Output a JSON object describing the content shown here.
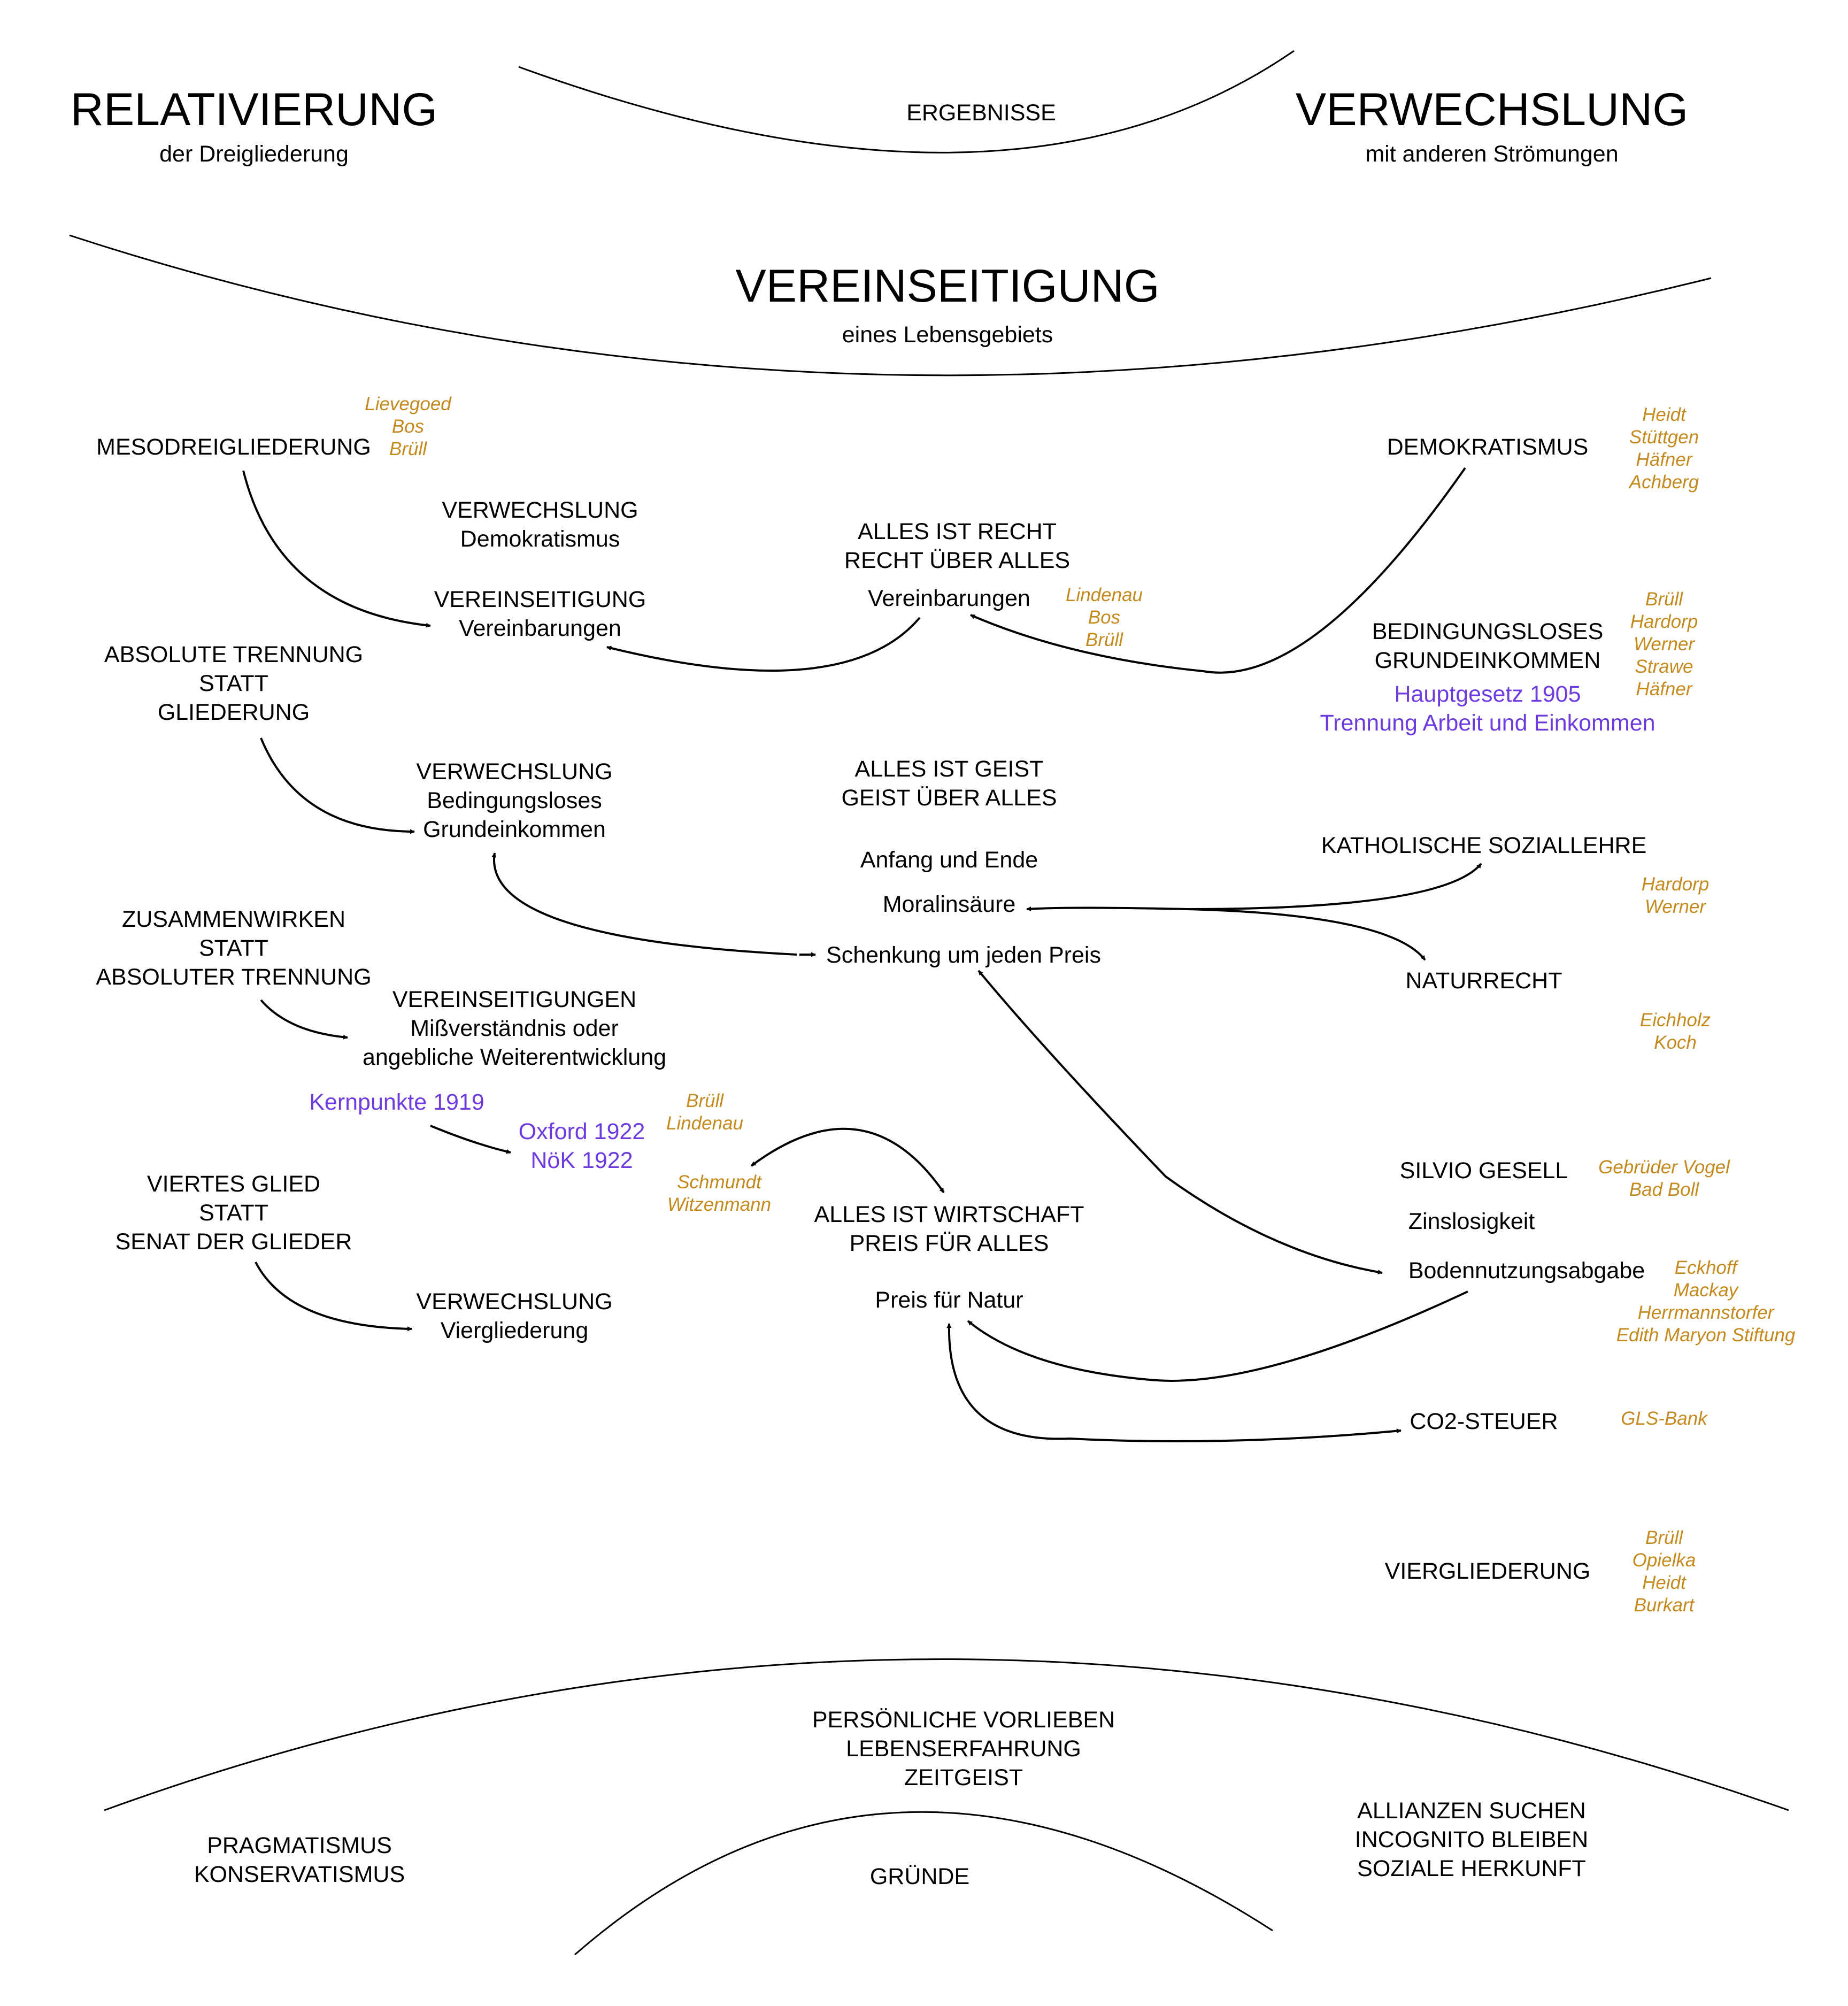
{
  "colors": {
    "names": "#c58a1e",
    "highlight": "#6d3be0",
    "text": "#000000"
  },
  "top": {
    "relativierung": {
      "title": "RELATIVIERUNG",
      "subtitle": "der Dreigliederung"
    },
    "ergebnisse": "ERGEBNISSE",
    "verwechslung": {
      "title": "VERWECHSLUNG",
      "subtitle": "mit anderen Strömungen"
    },
    "vereinseitigung": {
      "title": "VEREINSEITIGUNG",
      "subtitle": "eines Lebensgebiets"
    }
  },
  "left": {
    "mesodreigliederung": "MESODREIGLIEDERUNG",
    "mesodreigliederung_names": [
      "Lievegoed",
      "Bos",
      "Brüll"
    ],
    "absolute_trennung": [
      "ABSOLUTE TRENNUNG",
      "STATT",
      "GLIEDERUNG"
    ],
    "zusammenwirken": [
      "ZUSAMMENWIRKEN",
      "STATT",
      "ABSOLUTER TRENNUNG"
    ],
    "kernpunkte": "Kernpunkte 1919",
    "viertes_glied": [
      "VIERTES GLIED",
      "STATT",
      "SENAT DER GLIEDER"
    ]
  },
  "mid_left": {
    "verwechslung_demokratismus": [
      "VERWECHSLUNG",
      "Demokratismus"
    ],
    "vereinseitigung_vereinbarungen": [
      "VEREINSEITIGUNG",
      "Vereinbarungen"
    ],
    "verwechslung_bge": [
      "VERWECHSLUNG",
      "Bedingungsloses",
      "Grundeinkommen"
    ],
    "vereinseitigungen": [
      "VEREINSEITIGUNGEN",
      "Mißverständnis oder",
      "angebliche Weiterentwicklung"
    ],
    "oxford": [
      "Oxford 1922",
      "NöK 1922"
    ],
    "oxford_names_top": [
      "Brüll",
      "Lindenau"
    ],
    "oxford_names_bottom": [
      "Schmundt",
      "Witzenmann"
    ],
    "verwechslung_viergliederung": [
      "VERWECHSLUNG",
      "Viergliederung"
    ]
  },
  "center": {
    "recht": [
      "ALLES IST RECHT",
      "RECHT ÜBER ALLES"
    ],
    "vereinbarungen": "Vereinbarungen",
    "vereinbarungen_names": [
      "Lindenau",
      "Bos",
      "Brüll"
    ],
    "geist": [
      "ALLES IST GEIST",
      "GEIST ÜBER ALLES"
    ],
    "anfang_ende": "Anfang und Ende",
    "moralinsaeure": "Moralinsäure",
    "schenkung": "Schenkung um jeden Preis",
    "wirtschaft": [
      "ALLES IST WIRTSCHAFT",
      "PREIS FÜR ALLES"
    ],
    "preis_natur": "Preis für Natur"
  },
  "right": {
    "demokratismus": "DEMOKRATISMUS",
    "demokratismus_names": [
      "Heidt",
      "Stüttgen",
      "Häfner",
      "Achberg"
    ],
    "bge": [
      "BEDINGUNGSLOSES",
      "GRUNDEINKOMMEN"
    ],
    "bge_names": [
      "Brüll",
      "Hardorp",
      "Werner",
      "Strawe",
      "Häfner"
    ],
    "hauptgesetz": [
      "Hauptgesetz 1905",
      "Trennung Arbeit und Einkommen"
    ],
    "katholische": "KATHOLISCHE SOZIALLEHRE",
    "katholische_names": [
      "Hardorp",
      "Werner"
    ],
    "naturrecht": "NATURRECHT",
    "naturrecht_names": [
      "Eichholz",
      "Koch"
    ],
    "silvio": "SILVIO GESELL",
    "silvio_names": [
      "Gebrüder Vogel",
      "Bad Boll"
    ],
    "zinslosigkeit": "Zinslosigkeit",
    "bodennutzung": "Bodennutzungsabgabe",
    "bodennutzung_names": [
      "Eckhoff",
      "Mackay",
      "Herrmannstorfer",
      "Edith Maryon Stiftung"
    ],
    "co2": "CO2-STEUER",
    "co2_names": [
      "GLS-Bank"
    ],
    "viergliederung": "VIERGLIEDERUNG",
    "viergliederung_names": [
      "Brüll",
      "Opielka",
      "Heidt",
      "Burkart"
    ]
  },
  "bottom": {
    "persoenlich": [
      "PERSÖNLICHE VORLIEBEN",
      "LEBENSERFAHRUNG",
      "ZEITGEIST"
    ],
    "pragmatismus": [
      "PRAGMATISMUS",
      "KONSERVATISMUS"
    ],
    "allianzen": [
      "ALLIANZEN SUCHEN",
      "INCOGNITO BLEIBEN",
      "SOZIALE HERKUNFT"
    ],
    "gruende": "GRÜNDE"
  }
}
